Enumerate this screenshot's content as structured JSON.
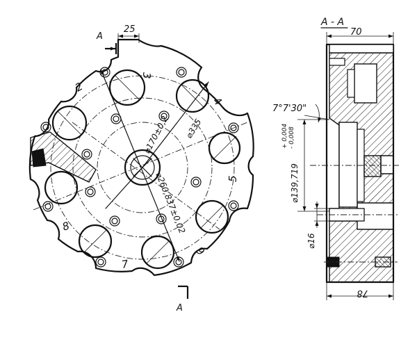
{
  "drawing": {
    "front_view": {
      "section_marker_top": "A",
      "section_marker_bottom": "A",
      "dim_top_width": "25",
      "dim_inner_circle": "⌀170±0,2",
      "dim_outer_circle": "⌀335",
      "dim_bolt_circle": "⌀260,837±0,02",
      "segment_numbers": [
        "2",
        "3",
        "4",
        "5",
        "6",
        "7",
        "8"
      ]
    },
    "section_view": {
      "title": "A - A",
      "dim_width": "70",
      "dim_angle": "7°7'30\"",
      "dim_diameter": "⌀139,719",
      "dim_tol_upper": "+ 0,004",
      "dim_tol_lower": "- 0,008",
      "dim_hole": "⌀16",
      "dim_bottom_width": "78"
    },
    "icons": {
      "hatch_pattern": "section-hatch",
      "arrow_style": "filled-arrowhead"
    }
  }
}
